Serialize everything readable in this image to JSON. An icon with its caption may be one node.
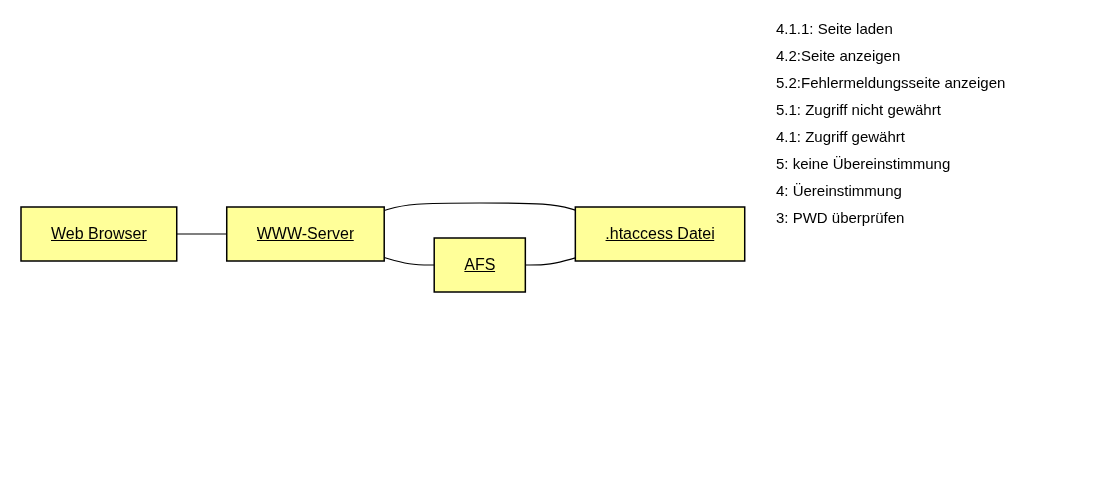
{
  "diagram": {
    "nodes": [
      {
        "text": [
          "Web Browser"
        ]
      },
      {
        "text": [
          "WWW-Server"
        ]
      },
      {
        "text": [
          "AFS"
        ]
      },
      {
        "text": [
          ".htaccess Datei"
        ]
      }
    ],
    "edges": [
      {
        "from": 0,
        "to": 1,
        "arrow": "none"
      },
      {
        "from": 1,
        "to": 2,
        "arrow": "none"
      },
      {
        "from": 1,
        "to": 3,
        "arrow": "none"
      },
      {
        "from": 2,
        "to": 3,
        "arrow": "none"
      }
    ],
    "labels": [
      "4.1.1: Seite laden",
      "4.2:Seite anzeigen",
      "5.2:Fehlermeldungsseite anzeigen",
      "5.1: Zugriff nicht gewährt",
      "4.1: Zugriff gewährt",
      "5: keine Übereinstimmung",
      "4: Üereinstimmung",
      "3: PWD überprüfen"
    ]
  }
}
